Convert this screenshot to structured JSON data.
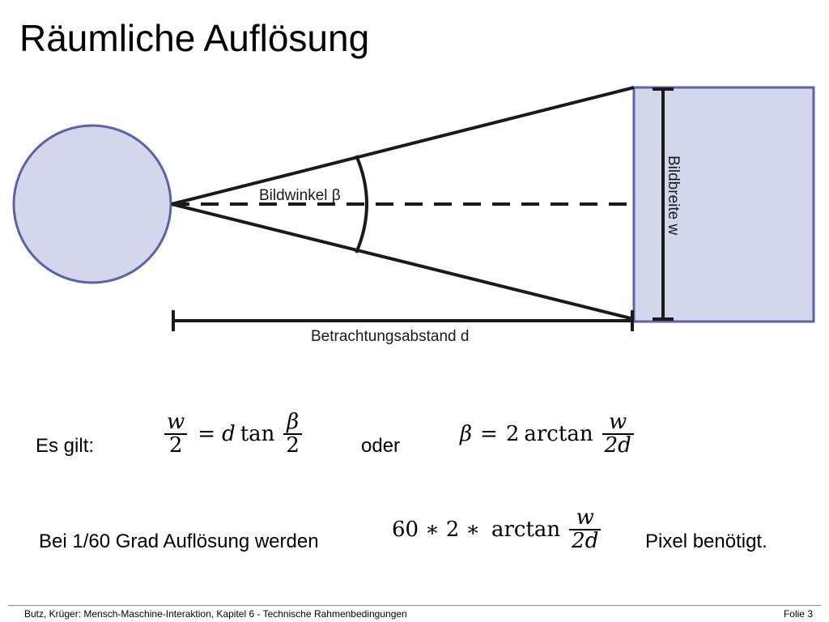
{
  "slide": {
    "title": "Räumliche Auflösung"
  },
  "diagram": {
    "label_angle": "Bildwinkel β",
    "label_width": "Bildbreite w",
    "label_distance": "Betrachtungsabstand d",
    "colors": {
      "fill": "#d4d6ec",
      "outline": "#5a63a8",
      "line": "#1a1a1a"
    }
  },
  "formulas": {
    "es_gilt": "Es gilt:",
    "oder": "oder",
    "eq1": {
      "lhs_num": "w",
      "lhs_den": "2",
      "equals": "=",
      "d": "d",
      "tan": "tan",
      "rhs_num": "β",
      "rhs_den": "2"
    },
    "eq2": {
      "beta": "β",
      "equals": "=",
      "factor": "2",
      "fn": "arctan",
      "num": "w",
      "den": "2d"
    }
  },
  "resolution": {
    "prefix": "Bei 1/60 Grad Auflösung werden",
    "suffix": "Pixel benötigt.",
    "formula": {
      "a": "60",
      "op1": "∗",
      "b": "2",
      "op2": "∗",
      "fn": "arctan",
      "num": "w",
      "den": "2d"
    }
  },
  "footer": {
    "left": "Butz, Krüger: Mensch-Maschine-Interaktion, Kapitel 6 - Technische Rahmenbedingungen",
    "right": "Folie  3"
  }
}
